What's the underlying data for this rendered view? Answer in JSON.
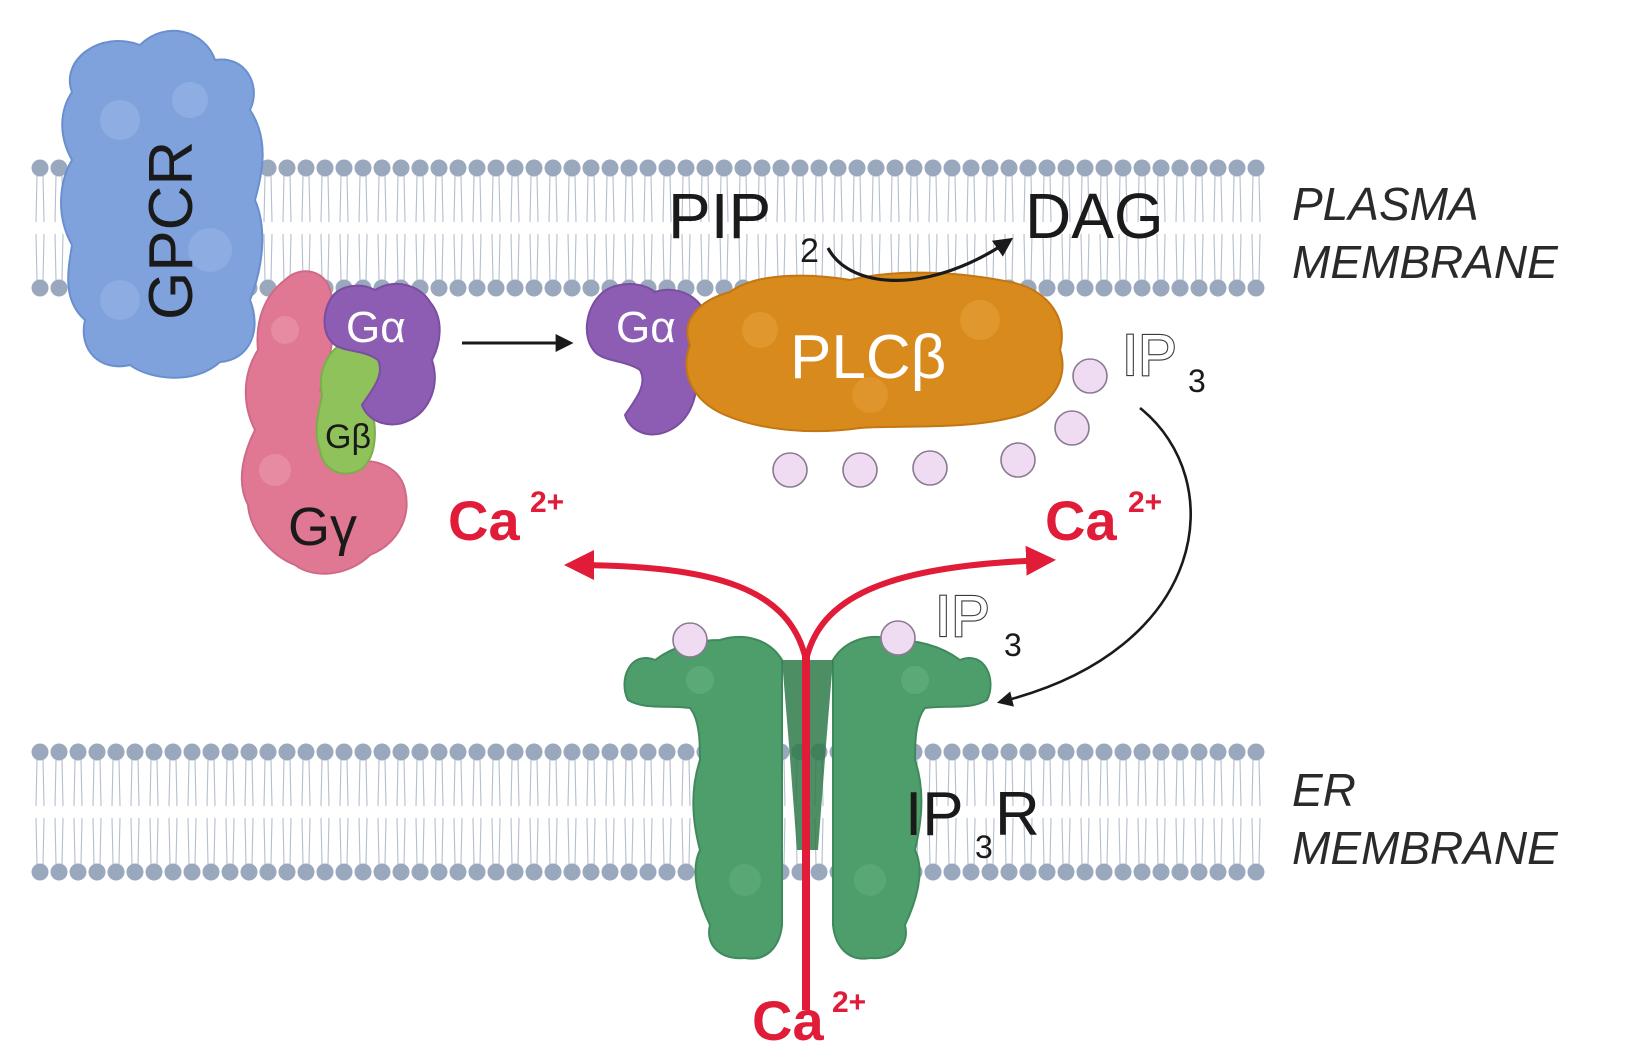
{
  "labels": {
    "gpcr": "GPCR",
    "g_alpha_left": "Gα",
    "g_alpha_right": "Gα",
    "g_beta": "Gβ",
    "g_gamma": "Gγ",
    "plc_beta": "PLCβ",
    "pip2_main": "PIP",
    "pip2_sub": "2",
    "dag": "DAG",
    "ip3_top_main": "IP",
    "ip3_top_sub": "3",
    "ip3_mid_main": "IP",
    "ip3_mid_sub": "3",
    "ip3r_main": "IP",
    "ip3r_sub": "3",
    "ip3r_end": "R",
    "ca_left_main": "Ca",
    "ca_left_sup": "2+",
    "ca_right_main": "Ca",
    "ca_right_sup": "2+",
    "ca_bottom_main": "Ca",
    "ca_bottom_sup": "2+",
    "plasma_line1": "PLASMA",
    "plasma_line2": "MEMBRANE",
    "er_line1": "ER",
    "er_line2": "MEMBRANE"
  },
  "colors": {
    "membrane": "#9aa8bd",
    "gpcr": "#7fa2dc",
    "g_alpha": "#8c5db3",
    "g_beta": "#8fc25a",
    "g_gamma": "#e07894",
    "plc": "#d98a1c",
    "ip3r": "#4e9e6c",
    "ip3": "#efdcf2",
    "calcium": "#e01c38"
  }
}
